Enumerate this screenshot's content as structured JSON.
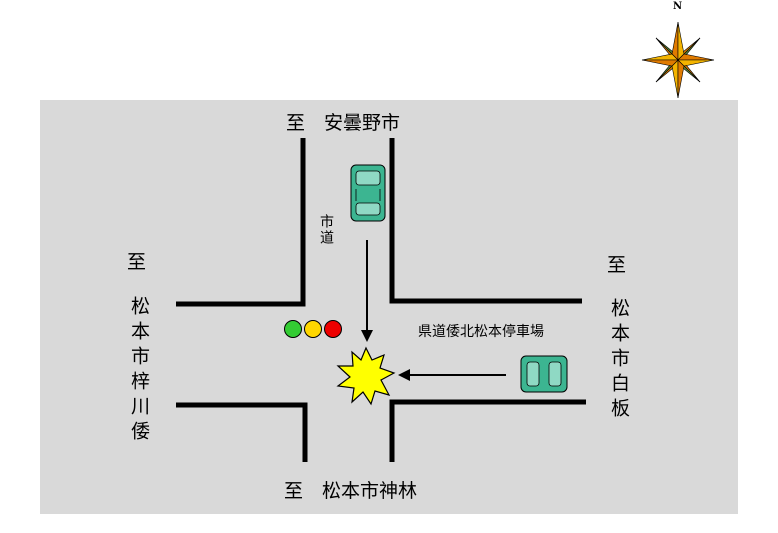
{
  "compass": {
    "north_label": "N"
  },
  "labels": {
    "north_direction": "至　安曇野市",
    "south_direction": "至　松本市神林",
    "west_to": "至",
    "west_place": "松本市梓川倭",
    "east_to": "至",
    "east_place": "松本市白板",
    "city_road": "市道",
    "prefectural_road": "県道倭北松本停車場"
  },
  "traffic_light": {
    "colors": [
      "#33cc33",
      "#ffd700",
      "#ee0000"
    ]
  },
  "colors": {
    "panel": "#d9d9d9",
    "road_line": "#000000",
    "car_body": "#3cb591",
    "collision": "#ffff00",
    "compass_orange": "#e07b00",
    "compass_green": "#5a8a3a"
  }
}
